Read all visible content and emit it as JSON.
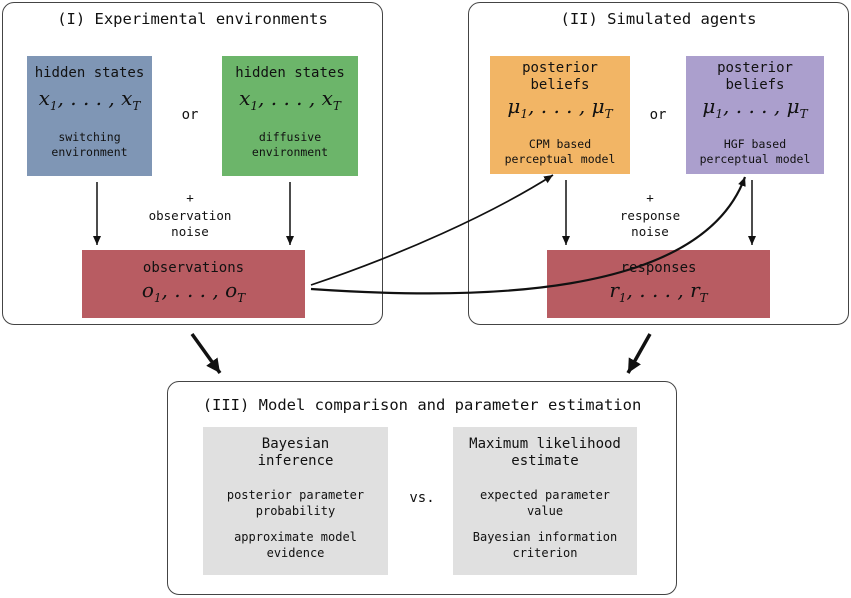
{
  "panel1": {
    "title": "(I) Experimental environments",
    "box_switching": {
      "title": "hidden states",
      "math": "x₁, . . . , x_T",
      "caption_line1": "switching",
      "caption_line2": "environment",
      "color": "#7f96b5"
    },
    "box_diffusive": {
      "title": "hidden states",
      "math": "x₁, . . . , x_T",
      "caption_line1": "diffusive",
      "caption_line2": "environment",
      "color": "#6cb56a"
    },
    "or": "or",
    "noise_line1": "+",
    "noise_line2": "observation",
    "noise_line3": "noise",
    "box_observations": {
      "title": "observations",
      "math": "o₁, . . . , o_T",
      "color": "#b85c62"
    }
  },
  "panel2": {
    "title": "(II) Simulated agents",
    "box_cpm": {
      "title_line1": "posterior",
      "title_line2": "beliefs",
      "math": "μ₁, . . . , μ_T",
      "caption_line1": "CPM based",
      "caption_line2": "perceptual model",
      "color": "#f2b565"
    },
    "box_hgf": {
      "title_line1": "posterior",
      "title_line2": "beliefs",
      "math": "μ₁, . . . , μ_T",
      "caption_line1": "HGF based",
      "caption_line2": "perceptual model",
      "color": "#ab9fcd"
    },
    "or": "or",
    "noise_line1": "+",
    "noise_line2": "response",
    "noise_line3": "noise",
    "box_responses": {
      "title": "responses",
      "math": "r₁, . . . , r_T",
      "color": "#b85c62"
    }
  },
  "panel3": {
    "title": "(III) Model comparison and parameter estimation",
    "box_bayes": {
      "title_line1": "Bayesian",
      "title_line2": "inference",
      "item1_line1": "posterior parameter",
      "item1_line2": "probability",
      "item2_line1": "approximate model",
      "item2_line2": "evidence",
      "color": "#e0e0e0"
    },
    "vs": "vs.",
    "box_ml": {
      "title_line1": "Maximum likelihood",
      "title_line2": "estimate",
      "item1_line1": "expected parameter",
      "item1_line2": "value",
      "item2_line1": "Bayesian information",
      "item2_line2": "criterion",
      "color": "#e0e0e0"
    }
  }
}
